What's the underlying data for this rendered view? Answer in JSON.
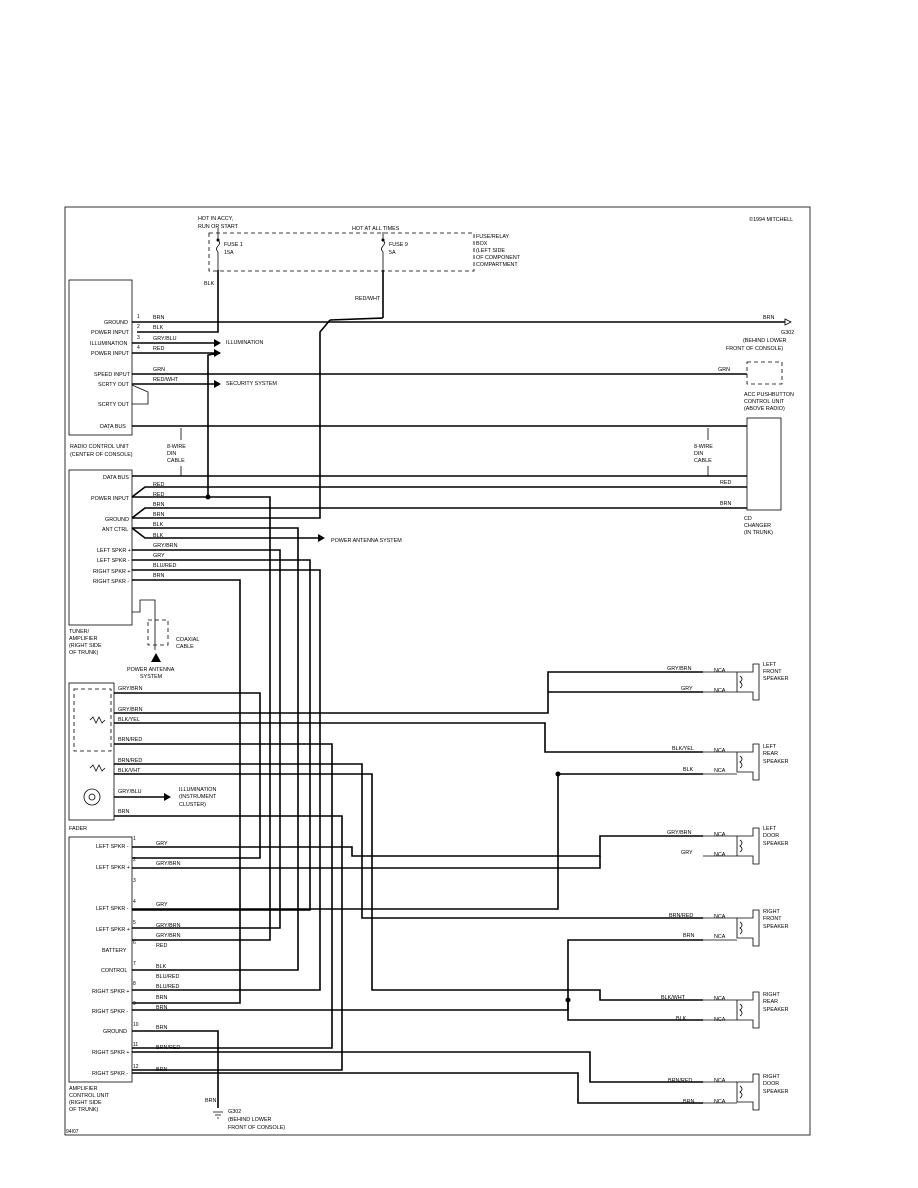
{
  "copyright": "©1994 MITCHELL",
  "figure_id": "94I07",
  "fuse_box": {
    "hot_accy": "HOT IN ACCY,",
    "hot_accy2": "RUN OR START",
    "hot_all": "HOT AT ALL TIMES",
    "fuse1": "FUSE 1",
    "fuse1_amp": "15A",
    "fuse9": "FUSE 9",
    "fuse9_amp": "5A",
    "box_l1": "FUSE/RELAY",
    "box_l2": "BOX",
    "box_l3": "(LEFT SIDE",
    "box_l4": "OF COMPONENT",
    "box_l5": "COMPARTMENT"
  },
  "radio": {
    "name1": "RADIO CONTROL UNIT",
    "name2": "(CENTER OF CONSOLE)",
    "pins": [
      "GROUND",
      "POWER INPUT",
      "ILLUMINATION",
      "POWER INPUT",
      "SPEED INPUT",
      "SCRTY OUT",
      "SCRTY OUT",
      "DATA BUS"
    ],
    "pin_nums": [
      "1",
      "2",
      "3",
      "4"
    ]
  },
  "labels": {
    "illumination": "ILLUMINATION",
    "security": "SECURITY SYSTEM",
    "ground_g302": "G302",
    "g302_l1": "(BEHIND LOWER",
    "g302_l2": "FRONT OF CONSOLE)",
    "acc_l1": "ACC PUSHBUTTON",
    "acc_l2": "CONTROL UNIT",
    "acc_l3": "(ABOVE RADIO)",
    "din_l1": "8-WIRE",
    "din_l2": "DIN",
    "din_l3": "CABLE",
    "cd_l1": "CD",
    "cd_l2": "CHANGER",
    "cd_l3": "(IN TRUNK)",
    "power_antenna": "POWER ANTENNA SYSTEM",
    "coax_l1": "COAXIAL",
    "coax_l2": "CABLE",
    "pas_l1": "POWER ANTENNA",
    "pas_l2": "SYSTEM",
    "illum_ic1": "ILLUMINATION",
    "illum_ic2": "(INSTRUMENT",
    "illum_ic3": "CLUSTER)",
    "fader": "FADER",
    "nca": "NCA"
  },
  "wire_colors": {
    "blk": "BLK",
    "brn": "BRN",
    "red": "RED",
    "grn": "GRN",
    "gryblu": "GRY/BLU",
    "redwht": "RED/WHT",
    "gry": "GRY",
    "grybrn": "GRY/BRN",
    "blured": "BLU/RED",
    "blkyel": "BLK/YEL",
    "blkwht": "BLK/WHT",
    "brnred": "BRN/RED",
    "blkvht": "BLK/VHT"
  },
  "tuner": {
    "name": [
      "TUNER/",
      "AMPLIFIER",
      "(RIGHT SIDE",
      "OF TRUNK)"
    ],
    "pins": [
      "DATA BUS",
      "POWER INPUT",
      "GROUND",
      "ANT CTRL",
      "LEFT SPKR +",
      "LEFT SPKR -",
      "RIGHT SPKR +",
      "RIGHT SPKR -"
    ]
  },
  "amp": {
    "name": [
      "AMPLIFIER",
      "CONTROL UNIT",
      "(RIGHT SIDE",
      "OF TRUNK)"
    ],
    "pins": [
      "LEFT SPKR -",
      "LEFT SPKR +",
      "LEFT SPKR -",
      "LEFT SPKR +",
      "BATTERY",
      "CONTROL",
      "RIGHT SPKR +",
      "RIGHT SPKR -",
      "GROUND",
      "RIGHT SPKR +",
      "RIGHT SPKR -"
    ],
    "pin_nums": [
      "1",
      "2",
      "3",
      "4",
      "5",
      "6",
      "7",
      "8",
      "9",
      "10",
      "11",
      "12"
    ]
  },
  "speakers": [
    {
      "l1": "LEFT",
      "l2": "FRONT",
      "l3": "SPEAKER"
    },
    {
      "l1": "LEFT",
      "l2": "REAR",
      "l3": "SPEAKER"
    },
    {
      "l1": "LEFT",
      "l2": "DOOR",
      "l3": "SPEAKER"
    },
    {
      "l1": "RIGHT",
      "l2": "FRONT",
      "l3": "SPEAKER"
    },
    {
      "l1": "RIGHT",
      "l2": "REAR",
      "l3": "SPEAKER"
    },
    {
      "l1": "RIGHT",
      "l2": "DOOR",
      "l3": "SPEAKER"
    }
  ]
}
